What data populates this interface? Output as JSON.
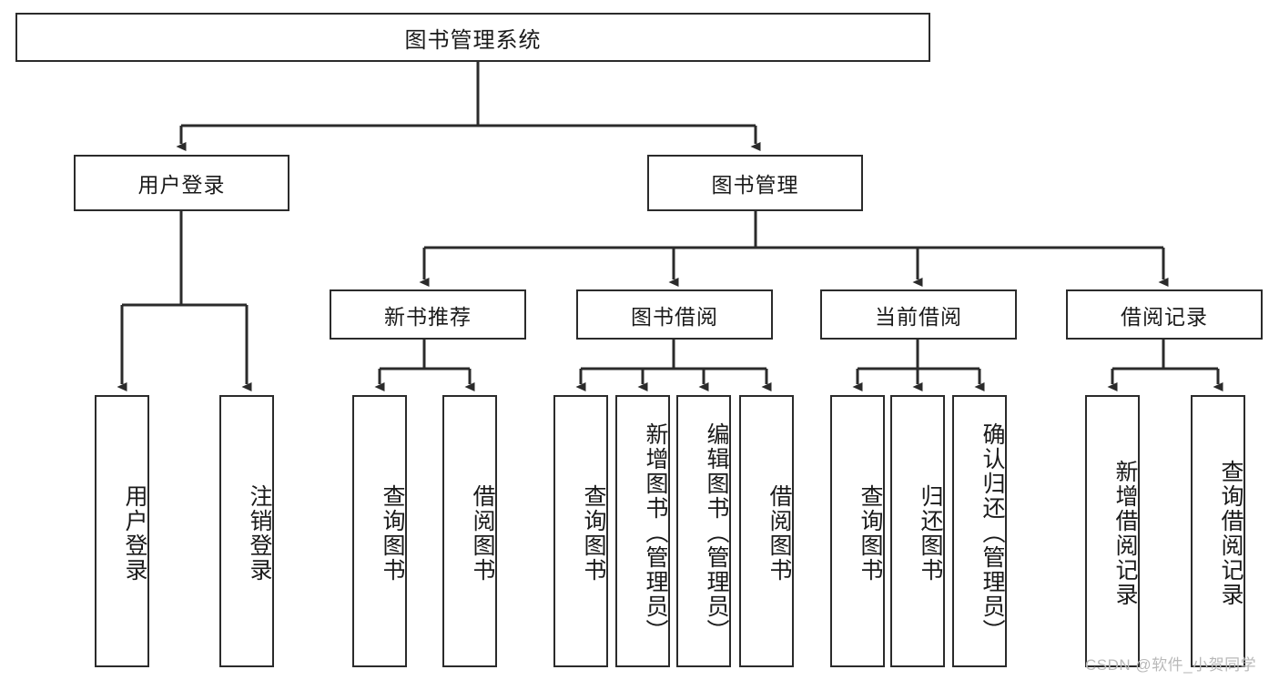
{
  "diagram": {
    "title": "图书管理系统",
    "type": "tree",
    "root": {
      "label": "图书管理系统"
    },
    "level2": [
      {
        "label": "用户登录"
      },
      {
        "label": "图书管理"
      }
    ],
    "level3": [
      {
        "label": "新书推荐"
      },
      {
        "label": "图书借阅"
      },
      {
        "label": "当前借阅"
      },
      {
        "label": "借阅记录"
      }
    ],
    "leaves": {
      "user_login": [
        {
          "label": "用户登录"
        },
        {
          "label": "注销登录"
        }
      ],
      "new_book_recommend": [
        {
          "label": "查询图书"
        },
        {
          "label": "借阅图书"
        }
      ],
      "book_borrow": [
        {
          "label": "查询图书"
        },
        {
          "label": "新增图书（管理员）"
        },
        {
          "label": "编辑图书（管理员）"
        },
        {
          "label": "借阅图书"
        }
      ],
      "current_borrow": [
        {
          "label": "查询图书"
        },
        {
          "label": "归还图书"
        },
        {
          "label": "确认归还（管理员）"
        }
      ],
      "borrow_record": [
        {
          "label": "新增借阅记录"
        },
        {
          "label": "查询借阅记录"
        }
      ]
    }
  },
  "watermark": {
    "text": "CSDN @软件_小贺同学"
  },
  "colors": {
    "stroke": "#2b2b2b",
    "background": "#ffffff",
    "text": "#1a1a1a",
    "watermark": "#b9b9b9"
  }
}
